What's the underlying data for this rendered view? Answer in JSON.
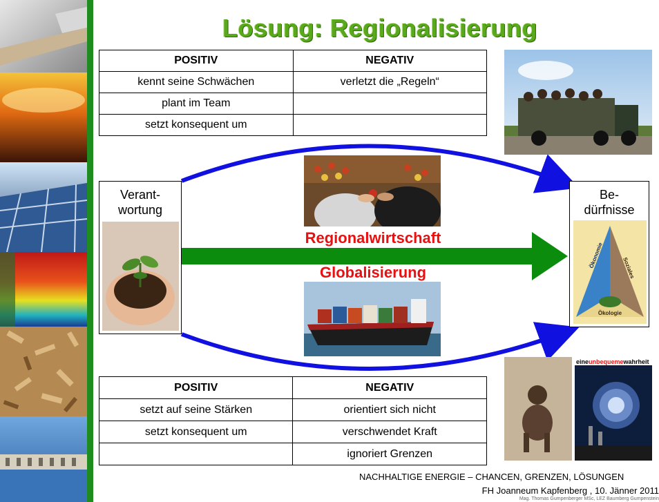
{
  "slide": {
    "title": "Lösung: Regionalisierung",
    "top_table": {
      "headers": [
        "POSITIV",
        "NEGATIV"
      ],
      "rows": [
        [
          "kennt seine Schwächen",
          "verletzt die „Regeln“"
        ],
        [
          "plant im Team",
          ""
        ],
        [
          "setzt konsequent um",
          ""
        ]
      ]
    },
    "bottom_table": {
      "headers": [
        "POSITIV",
        "NEGATIV"
      ],
      "rows": [
        [
          "setzt auf seine Stärken",
          "orientiert sich nicht"
        ],
        [
          "setzt konsequent um",
          "verschwendet Kraft"
        ],
        [
          "",
          "ignoriert Grenzen"
        ]
      ]
    },
    "left_box": {
      "line1": "Verant-",
      "line2": "wortung"
    },
    "right_box": {
      "line1": "Be-",
      "line2": "dürfnisse"
    },
    "center_upper": "Regionalwirtschaft",
    "center_lower": "Globalisierung",
    "pyramid": {
      "left": "Ökonomie",
      "right": "Soziales",
      "bottom": "Ökologie"
    },
    "poster_title": {
      "part1": "eine",
      "part2": "unbequeme",
      "part3": "wahrheit"
    },
    "footer": {
      "line1": "NACHHALTIGE ENERGIE – CHANCEN, GRENZEN, LÖSUNGEN",
      "line2": "FH Joanneum Kapfenberg , 10. Jänner 2011",
      "line3": "Mag. Thomas Gumpenberger MSc, LEZ Baumberg Gumpenstein"
    }
  },
  "colors": {
    "title_green": "#5aa81c",
    "sidebar_green": "#1f8c1f",
    "arrow_blue": "#1010e0",
    "arrow_green": "#0c8c0c",
    "label_red": "#e81010"
  }
}
